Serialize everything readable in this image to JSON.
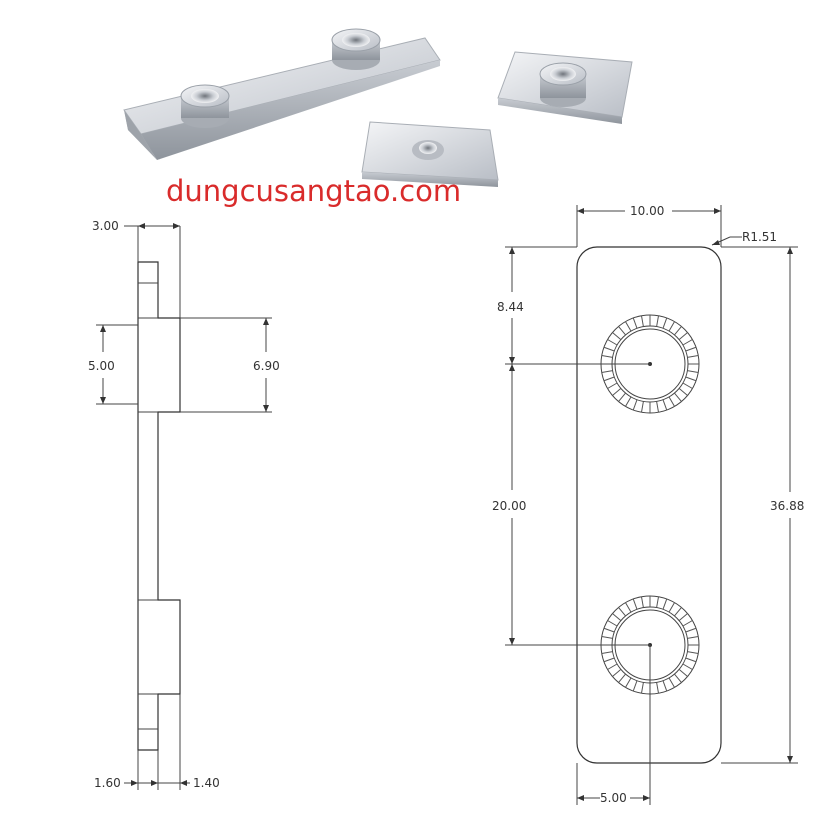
{
  "watermark": "dungcusangtao.com",
  "colors": {
    "watermark": "#d92b2b",
    "drawing_line": "#333333",
    "metal_light": "#e8eaed",
    "metal_dark": "#9aa0a8"
  },
  "photo": {
    "items": [
      "long-plate-nut-icon",
      "square-nut-icon",
      "small-plate-nut-icon"
    ]
  },
  "side_view": {
    "dims": {
      "top_thickness": "3.00",
      "boss_width": "5.00",
      "boss_height": "6.90",
      "plate_thickness": "1.60",
      "boss_extension": "1.40"
    }
  },
  "front_view": {
    "dims": {
      "width": "10.00",
      "corner_radius": "R1.51",
      "first_hole_offset": "8.44",
      "hole_spacing": "20.00",
      "total_length": "36.88",
      "hole_center_x": "5.00"
    }
  }
}
